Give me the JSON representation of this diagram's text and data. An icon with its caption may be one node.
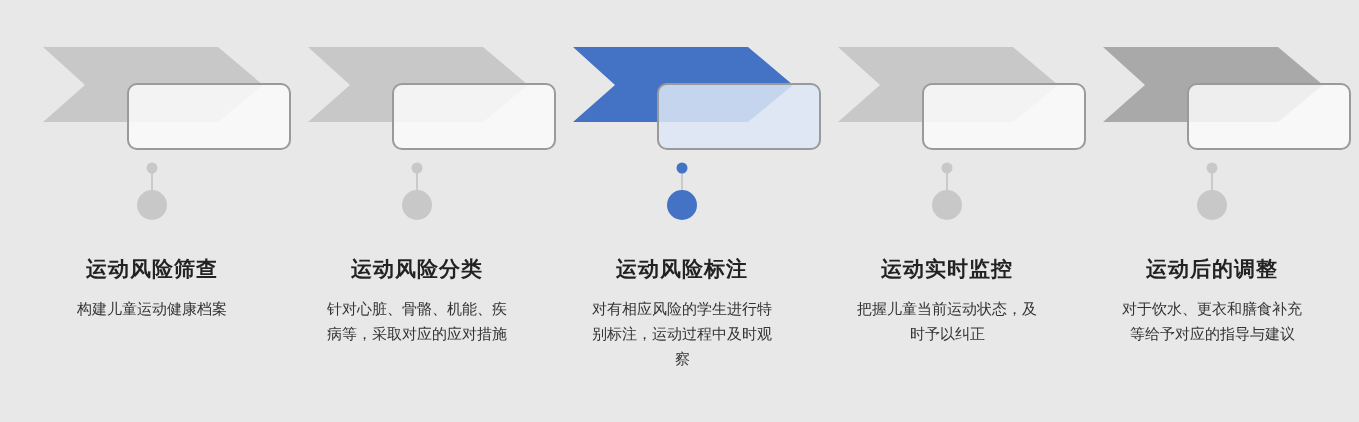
{
  "diagram": {
    "nodes": [
      {
        "text": [
          "运动风险筛查",
          "构建儿童运动健康档案"
        ]
      },
      {
        "text": [
          "运动风险分类",
          "针对心脏、骨骼、机能、疾病等，采取对应的应对措施"
        ]
      },
      {
        "text": [
          "运动风险标注",
          "对有相应风险的学生进行特别标注，运动过程中及时观察"
        ]
      },
      {
        "text": [
          "运动实时监控",
          "把握儿童当前运动状态，及时予以纠正"
        ]
      },
      {
        "text": [
          "运动后的调整",
          "对于饮水、更衣和膳食补充等给予对应的指导与建议"
        ]
      }
    ]
  }
}
